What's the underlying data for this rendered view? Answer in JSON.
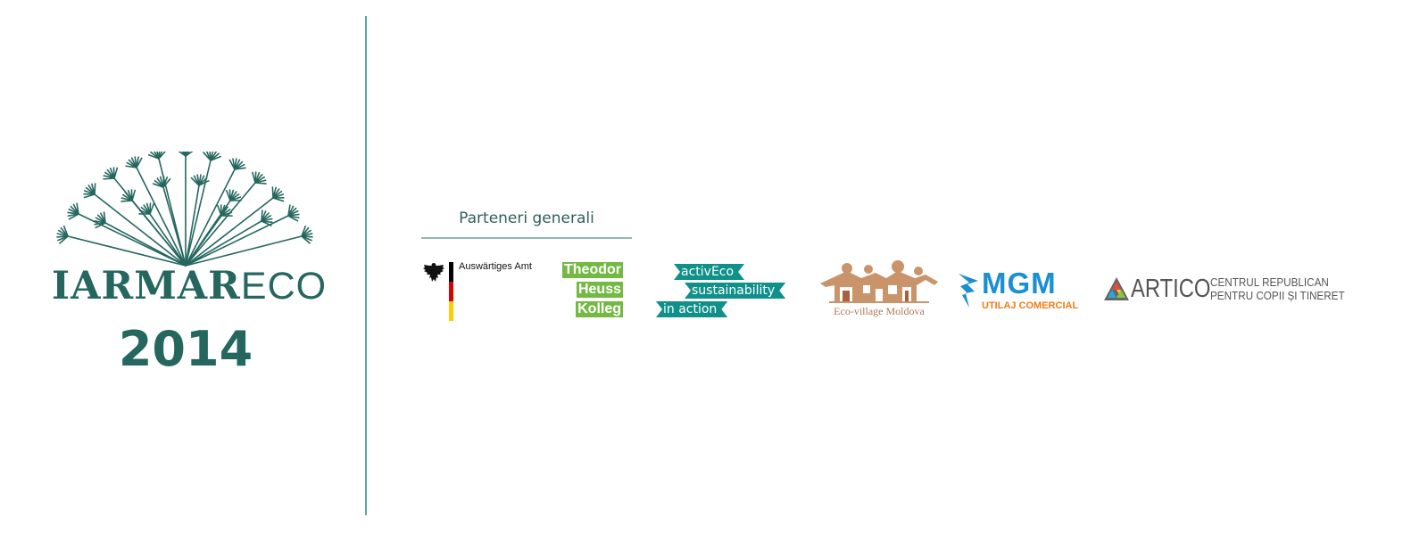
{
  "brand": {
    "name_main": "IARMAR",
    "name_suffix": "ECO",
    "year": "2014",
    "color": "#25675f"
  },
  "partners": {
    "heading": "Parteneri generali",
    "logos": {
      "auswaertiges_amt": {
        "text": "Auswärtiges Amt"
      },
      "theodor_heuss_kolleg": {
        "lines": [
          "Theodor",
          "Heuss",
          "Kolleg"
        ],
        "color": "#73b944"
      },
      "activeco": {
        "lines": [
          "activEco",
          "sustainability",
          "in action"
        ],
        "color": "#10908a"
      },
      "eco_village": {
        "caption": "Eco-village Moldova",
        "color": "#c9946a"
      },
      "mgm": {
        "name": "MGM",
        "subtitle": "UTILAJ COMERCIAL",
        "name_color": "#1a8fd4",
        "subtitle_color": "#ef7d1a"
      },
      "artico": {
        "name": "ARTICO",
        "line1": "CENTRUL REPUBLICAN",
        "line2": "PENTRU COPII ȘI TINERET",
        "color": "#555555"
      }
    }
  }
}
